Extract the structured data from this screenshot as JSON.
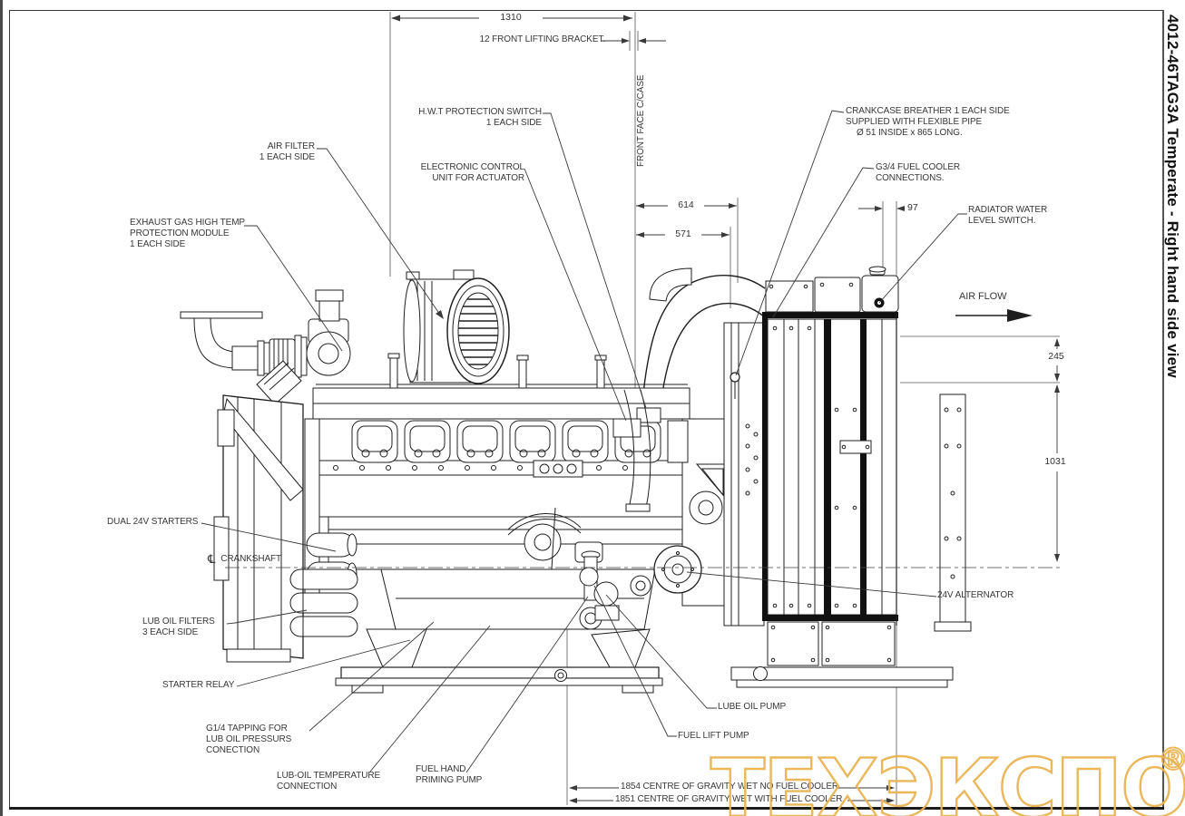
{
  "page": {
    "title_vertical": "4012-46TAG3A Temperate - Right hand side view"
  },
  "colors": {
    "watermark_gold": "#E9B452",
    "line_dark": "#222222",
    "label_gray": "#383838"
  },
  "watermark": {
    "text": "ТЕХЭКСПО",
    "registered": "®"
  },
  "dimensions": {
    "overall_width": "1310",
    "front_lifting_bracket": "12 FRONT LIFTING BRACKET.",
    "d614": "614",
    "d571": "571",
    "d97": "97",
    "d245": "245",
    "d1031": "1031",
    "cg_no_fuel_cooler": "1854 CENTRE OF GRAVITY WET NO FUEL COOLER",
    "cg_with_fuel_cooler": "1851 CENTRE OF GRAVITY WET WITH FUEL COOLER."
  },
  "labels": {
    "front_face": "FRONT FACE C/CASE",
    "air_flow": "AIR FLOW",
    "crankshaft_symbol": "℄",
    "crankshaft": "CRANKSHAFT",
    "hwt": [
      "H.W.T PROTECTION SWITCH",
      "1 EACH SIDE"
    ],
    "air_filter": [
      "AIR FILTER",
      "1 EACH SIDE"
    ],
    "ecu": [
      "ELECTRONIC CONTROL",
      "UNIT FOR ACTUATOR"
    ],
    "exhaust_gas": [
      "EXHAUST GAS HIGH TEMP",
      "PROTECTION MODULE",
      "1 EACH SIDE"
    ],
    "crankcase_breather": [
      "CRANKCASE BREATHER 1 EACH SIDE",
      "SUPPLIED WITH FLEXIBLE PIPE",
      "Ø 51 INSIDE x 865 LONG."
    ],
    "fuel_cooler": [
      "G3/4 FUEL COOLER",
      "CONNECTIONS."
    ],
    "radiator_switch": [
      "RADIATOR WATER",
      "LEVEL SWITCH."
    ],
    "dual_starters": "DUAL 24V STARTERS",
    "lub_oil_filters": [
      "LUB OIL FILTERS",
      "3 EACH SIDE"
    ],
    "starter_relay": "STARTER RELAY",
    "g14_tapping": [
      "G1/4 TAPPING FOR",
      "LUB OIL PRESSURS",
      "CONECTION"
    ],
    "lub_oil_temp": [
      "LUB-OIL TEMPERATURE",
      "CONNECTION"
    ],
    "fuel_hand": [
      "FUEL HAND",
      "PRIMING PUMP"
    ],
    "fuel_lift_pump": "FUEL LIFT PUMP",
    "lube_oil_pump": "LUBE OIL PUMP",
    "alternator": "24V ALTERNATOR"
  }
}
